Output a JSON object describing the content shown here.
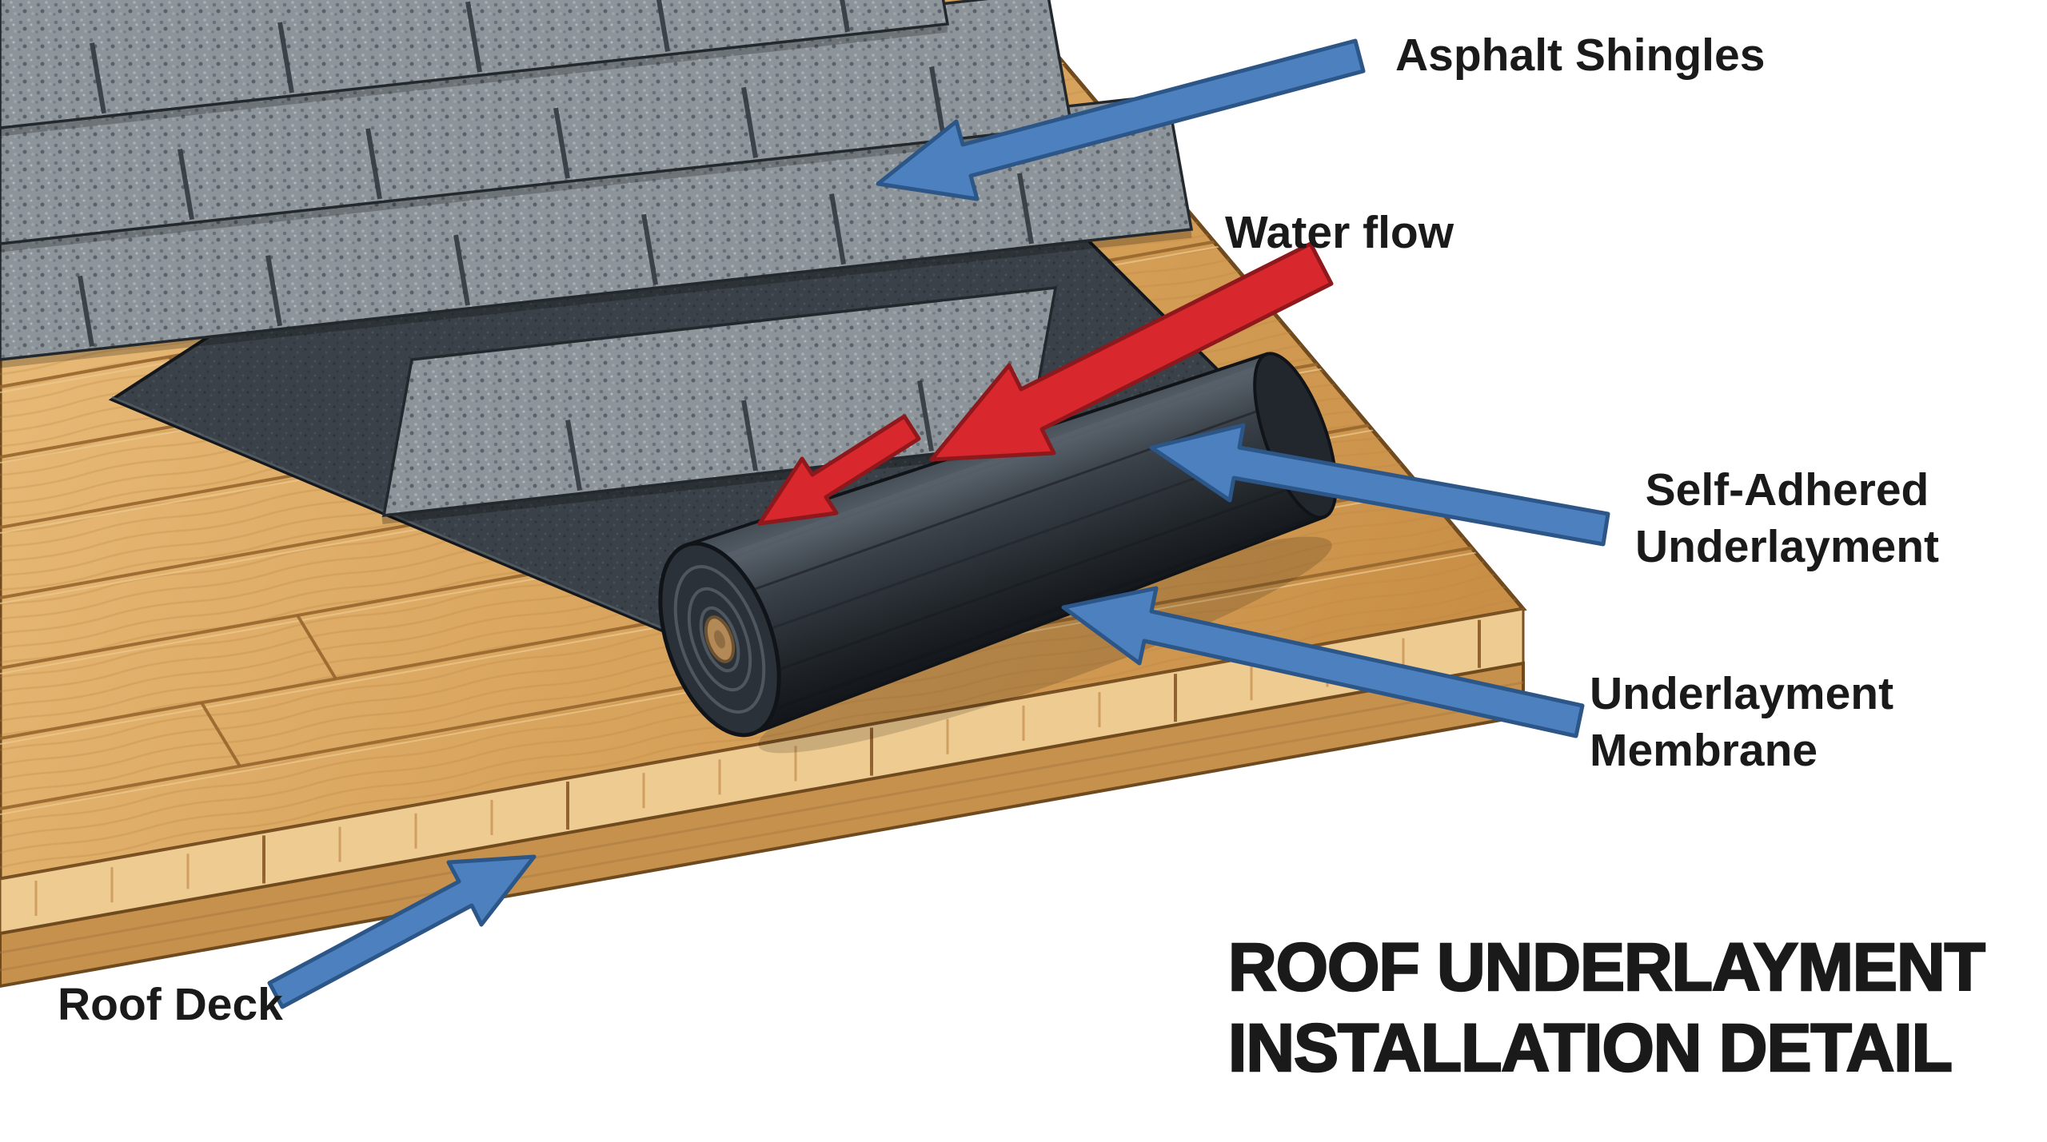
{
  "diagram": {
    "title": {
      "line1": "ROOF UNDERLAYMENT",
      "line2": "INSTALLATION DETAIL"
    },
    "labels": {
      "asphalt_shingles": "Asphalt Shingles",
      "water_flow": "Water flow",
      "self_adhered": {
        "line1": "Self-Adhered",
        "line2": "Underlayment"
      },
      "underlayment_membrane": {
        "line1": "Underlayment",
        "line2": "Membrane"
      },
      "roof_deck": "Roof Deck"
    },
    "arrows": [
      {
        "name": "asphalt-shingles-arrow",
        "color": "blue"
      },
      {
        "name": "water-flow-arrow-upper",
        "color": "red"
      },
      {
        "name": "water-flow-arrow-lower",
        "color": "red"
      },
      {
        "name": "self-adhered-underlayment-arrow",
        "color": "blue"
      },
      {
        "name": "underlayment-membrane-arrow",
        "color": "blue"
      },
      {
        "name": "roof-deck-arrow",
        "color": "blue"
      }
    ],
    "colors": {
      "background": "#ffffff",
      "text": "#1a1a1a",
      "arrow_blue": "#4d80be",
      "arrow_blue_outline": "#2b5687",
      "arrow_red": "#d8282d",
      "arrow_red_outline": "#8e181c",
      "wood_deck": "#d9a55e",
      "membrane": "#3a4148",
      "shingles": "#8d949a"
    }
  }
}
